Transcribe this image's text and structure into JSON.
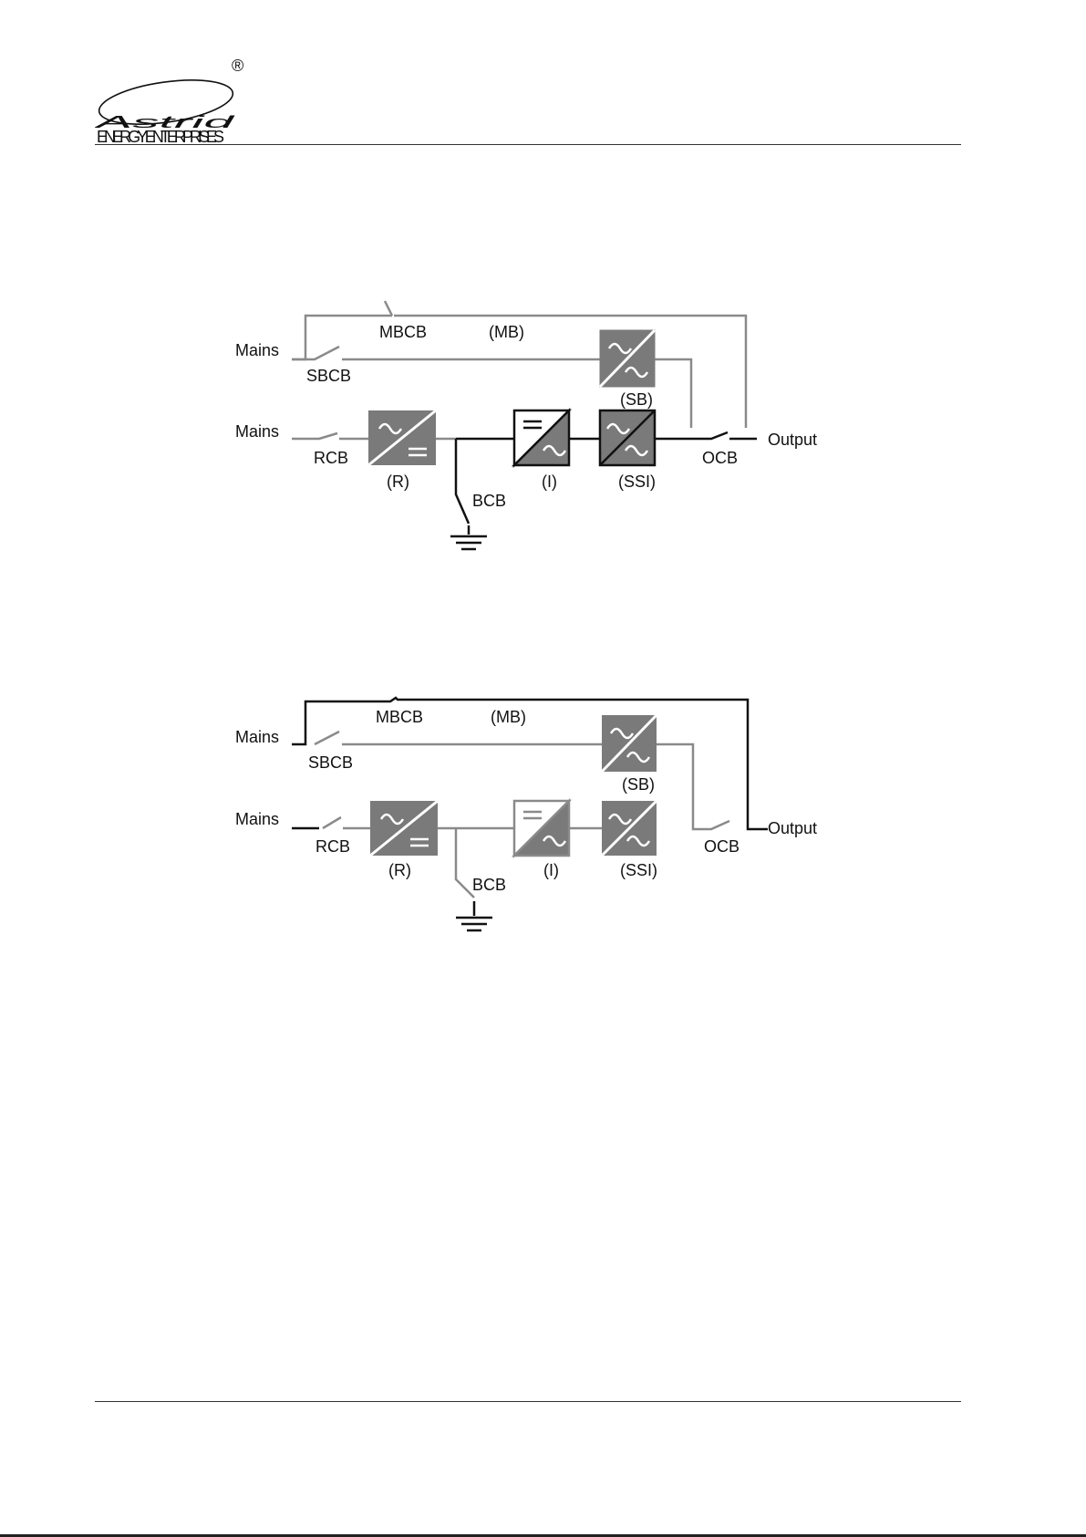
{
  "header": {
    "logo_text": "Astrid",
    "logo_tagline": "ENERGY ENTERPRISES",
    "logo_mark": "®"
  },
  "diagrams": [
    {
      "labels": {
        "mains_top": "Mains",
        "mbcb": "MBCB",
        "mb": "(MB)",
        "sbcb": "SBCB",
        "sb": "(SB)",
        "mains_bottom": "Mains",
        "rcb": "RCB",
        "r": "(R)",
        "bcb": "BCB",
        "i": "(I)",
        "ssi": "(SSI)",
        "ocb": "OCB",
        "output": "Output"
      }
    },
    {
      "labels": {
        "mains_top": "Mains",
        "mbcb": "MBCB",
        "mb": "(MB)",
        "sbcb": "SBCB",
        "sb": "(SB)",
        "mains_bottom": "Mains",
        "rcb": "RCB",
        "r": "(R)",
        "bcb": "BCB",
        "i": "(I)",
        "ssi": "(SSI)",
        "ocb": "OCB",
        "output": "Output"
      }
    }
  ],
  "colors": {
    "active_line": "#111111",
    "inactive_line": "#8a8a8a",
    "block_fill": "#7a7a7a",
    "block_light": "#ffffff"
  }
}
